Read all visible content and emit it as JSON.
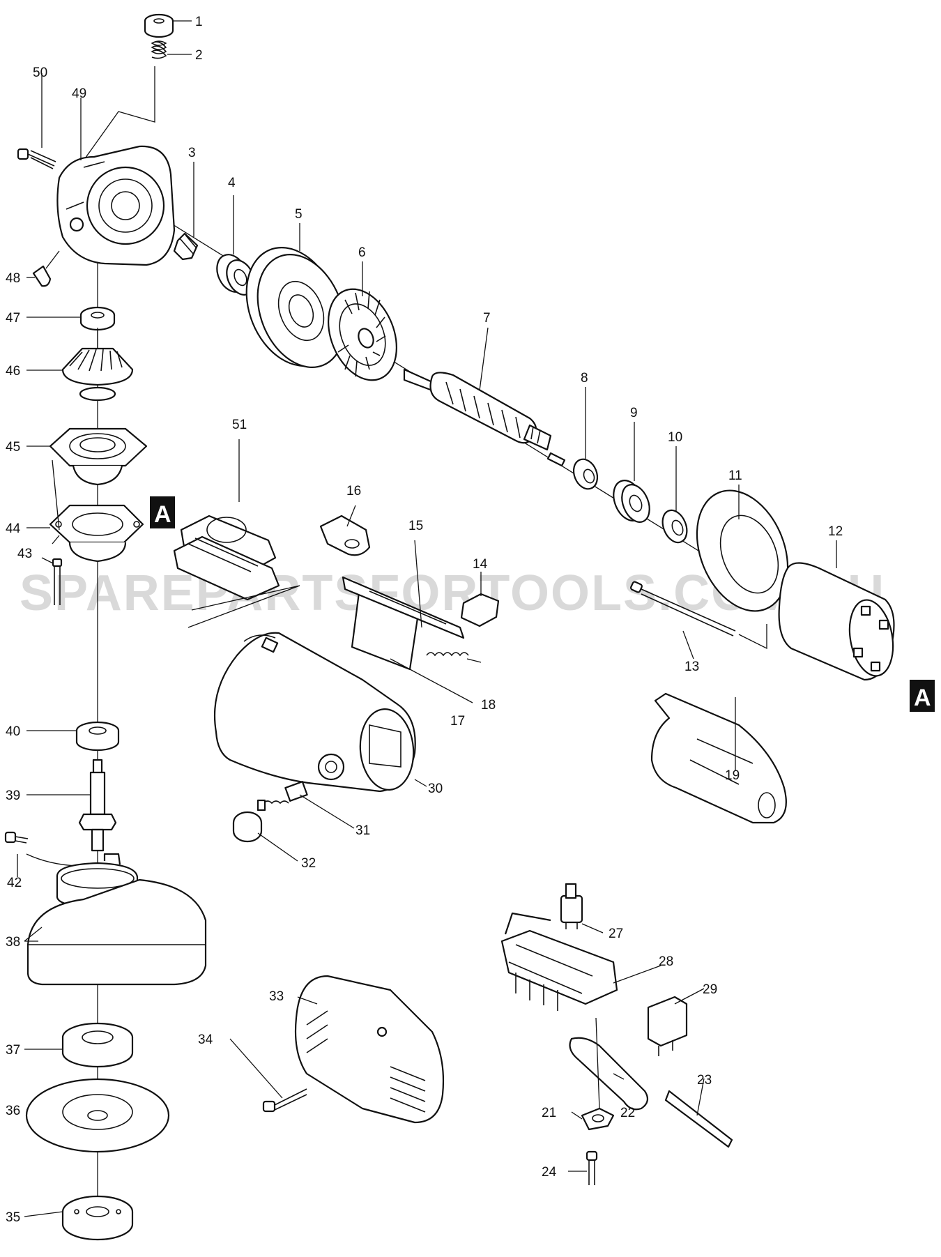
{
  "watermark": "SPAREPARTSFORTOOLS.COM.AU",
  "section_marker": "A",
  "part_numbers": [
    "1",
    "2",
    "3",
    "4",
    "5",
    "6",
    "7",
    "8",
    "9",
    "10",
    "11",
    "12",
    "13",
    "14",
    "15",
    "16",
    "17",
    "18",
    "19",
    "21",
    "22",
    "23",
    "24",
    "27",
    "28",
    "29",
    "30",
    "31",
    "32",
    "33",
    "34",
    "35",
    "36",
    "37",
    "38",
    "39",
    "40",
    "42",
    "43",
    "44",
    "45",
    "46",
    "47",
    "48",
    "49",
    "50",
    "51"
  ]
}
